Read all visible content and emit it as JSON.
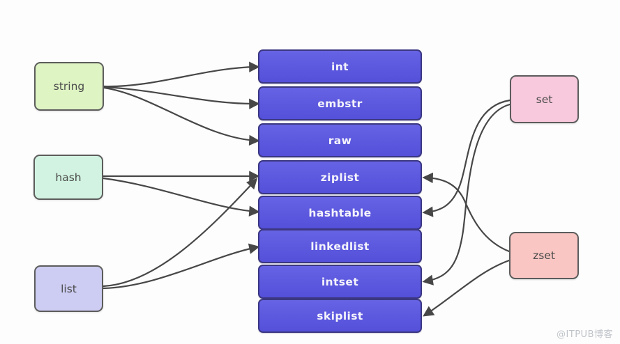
{
  "diagram": {
    "left_nodes": [
      {
        "id": "string",
        "label": "string",
        "fill": "#def4c3"
      },
      {
        "id": "hash",
        "label": "hash",
        "fill": "#d2f3e1"
      },
      {
        "id": "list",
        "label": "list",
        "fill": "#cdccf2"
      }
    ],
    "encodings": [
      {
        "id": "int",
        "label": "int"
      },
      {
        "id": "embstr",
        "label": "embstr"
      },
      {
        "id": "raw",
        "label": "raw"
      },
      {
        "id": "ziplist",
        "label": "ziplist"
      },
      {
        "id": "hashtable",
        "label": "hashtable"
      },
      {
        "id": "linkedlist",
        "label": "linkedlist"
      },
      {
        "id": "intset",
        "label": "intset"
      },
      {
        "id": "skiplist",
        "label": "skiplist"
      }
    ],
    "right_nodes": [
      {
        "id": "set",
        "label": "set",
        "fill": "#f8c9dc"
      },
      {
        "id": "zset",
        "label": "zset",
        "fill": "#f9c6c3"
      }
    ],
    "edges": [
      {
        "from": "string",
        "to": "int"
      },
      {
        "from": "string",
        "to": "embstr"
      },
      {
        "from": "string",
        "to": "raw"
      },
      {
        "from": "hash",
        "to": "ziplist"
      },
      {
        "from": "hash",
        "to": "hashtable"
      },
      {
        "from": "list",
        "to": "ziplist"
      },
      {
        "from": "list",
        "to": "linkedlist"
      },
      {
        "from": "set",
        "to": "hashtable"
      },
      {
        "from": "set",
        "to": "intset"
      },
      {
        "from": "zset",
        "to": "ziplist"
      },
      {
        "from": "zset",
        "to": "skiplist"
      }
    ],
    "colors": {
      "encoding_fill": "#5b57e0",
      "encoding_border": "#3b3781",
      "encoding_text": "#f4f3fb",
      "arrow": "#474747",
      "node_border": "#5c5c5c",
      "node_text": "#4b4b4b",
      "background": "#fdfdfd"
    }
  },
  "watermark": "@ITPUB博客"
}
